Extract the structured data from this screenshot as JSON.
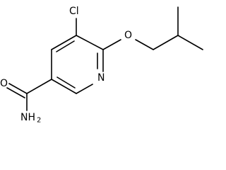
{
  "molecule": {
    "atoms": {
      "chlorine": "Cl",
      "ether_oxygen": "O",
      "ring_nitrogen": "N",
      "carbonyl_oxygen": "O",
      "amide_nitrogen": "NH",
      "amide_subscript": "2"
    }
  },
  "colors": {
    "bond": "#000000",
    "label": "#000000",
    "background": "#ffffff"
  }
}
